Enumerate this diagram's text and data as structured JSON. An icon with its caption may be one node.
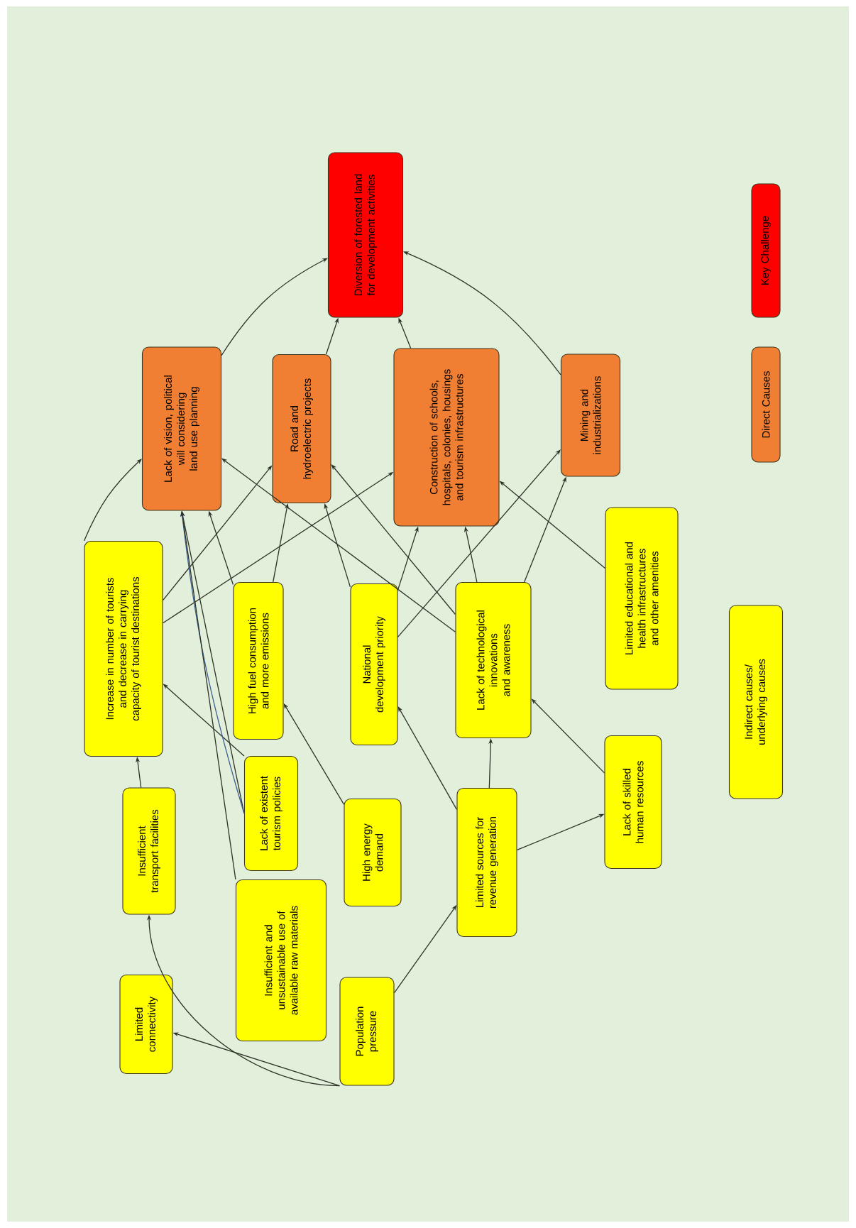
{
  "diagram": {
    "nodes": [
      {
        "text": [
          "Diversion of forested land for development activities"
        ]
      },
      {
        "text": [
          "Lack of vision, political will considering land use planning"
        ]
      },
      {
        "text": [
          "Road and hydroelectric projects"
        ]
      },
      {
        "text": [
          "Construction of schools, hospitals, colonies, housings and tourism infrastructures"
        ]
      },
      {
        "text": [
          "Mining and industrializations"
        ]
      },
      {
        "text": [
          "Increase in number of tourists and decrease in carrying capacity of tourist destinations"
        ]
      },
      {
        "text": [
          "High fuel consumption and more emissions"
        ]
      },
      {
        "text": [
          "National development priority"
        ]
      },
      {
        "text": [
          "Lack of technological innovations and awareness"
        ]
      },
      {
        "text": [
          "Limited educational and health infrastructures and other amenities"
        ]
      },
      {
        "text": [
          "Insufficient transport facilities"
        ]
      },
      {
        "text": [
          "Lack of existent tourism policies"
        ]
      },
      {
        "text": [
          "High energy demand"
        ]
      },
      {
        "text": [
          "Limited sources for revenue generation"
        ]
      },
      {
        "text": [
          "Lack of skilled human resources"
        ]
      },
      {
        "text": [
          "Limited connectivity"
        ]
      },
      {
        "text": [
          "Insufficient and unsustainable use of available raw materials"
        ]
      },
      {
        "text": [
          "Population pressure"
        ]
      }
    ],
    "edges": [
      {
        "from": 1,
        "to": 0,
        "arrow": "to"
      },
      {
        "from": 2,
        "to": 0,
        "arrow": "to"
      },
      {
        "from": 3,
        "to": 0,
        "arrow": "to"
      },
      {
        "from": 4,
        "to": 0,
        "arrow": "to"
      },
      {
        "from": 5,
        "to": 1,
        "arrow": "to"
      },
      {
        "from": 5,
        "to": 2,
        "arrow": "to"
      },
      {
        "from": 5,
        "to": 3,
        "arrow": "to"
      },
      {
        "from": 6,
        "to": 1,
        "arrow": "to"
      },
      {
        "from": 6,
        "to": 2,
        "arrow": "to"
      },
      {
        "from": 7,
        "to": 2,
        "arrow": "to"
      },
      {
        "from": 7,
        "to": 3,
        "arrow": "to"
      },
      {
        "from": 7,
        "to": 4,
        "arrow": "to"
      },
      {
        "from": 8,
        "to": 1,
        "arrow": "to"
      },
      {
        "from": 8,
        "to": 2,
        "arrow": "to"
      },
      {
        "from": 8,
        "to": 3,
        "arrow": "to"
      },
      {
        "from": 8,
        "to": 4,
        "arrow": "to"
      },
      {
        "from": 9,
        "to": 3,
        "arrow": "to"
      },
      {
        "from": 10,
        "to": 5,
        "arrow": "to"
      },
      {
        "from": 11,
        "to": 5,
        "arrow": "to"
      },
      {
        "from": 11,
        "to": 1,
        "arrow": "to"
      },
      {
        "from": 11,
        "to": 1,
        "arrow": "to",
        "color": "#3b5f8f"
      },
      {
        "from": 12,
        "to": 6,
        "arrow": "to"
      },
      {
        "from": 13,
        "to": 7,
        "arrow": "to"
      },
      {
        "from": 13,
        "to": 8,
        "arrow": "to"
      },
      {
        "from": 13,
        "to": 14,
        "arrow": "to"
      },
      {
        "from": 14,
        "to": 8,
        "arrow": "to"
      },
      {
        "from": 16,
        "to": 1,
        "arrow": "to"
      },
      {
        "from": 17,
        "to": 15,
        "arrow": "to"
      },
      {
        "from": 17,
        "to": 10,
        "arrow": "to"
      },
      {
        "from": 17,
        "to": 13,
        "arrow": "to"
      }
    ],
    "legend": [
      {
        "text": "Key Challenge",
        "color": "#ff0000"
      },
      {
        "text": "Direct Causes",
        "color": "#f07f33"
      },
      {
        "text": "Indirect causes/ underlying causes",
        "color": "#ffff00"
      }
    ]
  }
}
